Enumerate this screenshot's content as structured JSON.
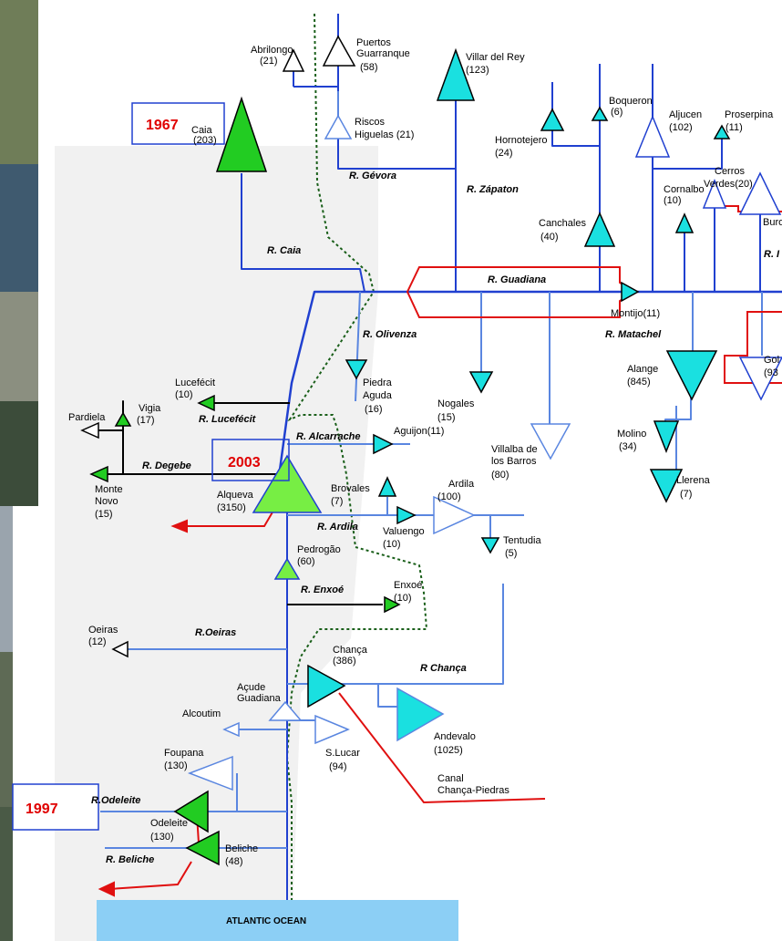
{
  "colors": {
    "river": "#2040d0",
    "tributary": "#5a86e0",
    "canal": "#e01010",
    "border": "#1a5f1a",
    "dam_green": "#22cc22",
    "dam_cyan": "#1ae0e0",
    "dam_lime": "#77ee44",
    "year": "#e00000",
    "ocean": "#8ccff5",
    "shade": "#f0f0f0"
  },
  "years": [
    "1967",
    "2003",
    "1997"
  ],
  "ocean_label": "ATLANTIC OCEAN",
  "rivers": {
    "gevora": "R. Gévora",
    "zapaton": "R. Zápaton",
    "caia": "R. Caia",
    "guadiana": "R. Guadiana",
    "olivenza": "R. Olivenza",
    "matachel": "R. Matachel",
    "lucefecit": "R. Lucefécit",
    "degebe": "R. Degebe",
    "alcarrache": "R. Alcarrache",
    "ardila": "R. Ardila",
    "enxoe": "R. Enxoé",
    "oeiras": "R.Oeiras",
    "chanca": "R Chança",
    "odeleite": "R.Odeleite",
    "beliche": "R. Beliche",
    "edge": "R. I"
  },
  "dams": {
    "abrilongo": [
      "Abrilongo",
      "(21)"
    ],
    "puertos": [
      "Puertos",
      "Guarranque",
      "(58)"
    ],
    "riscos": [
      "Riscos",
      "Higuelas (21)"
    ],
    "villar": [
      "Villar del Rey",
      "(123)"
    ],
    "boqueron": [
      "Boqueron",
      "(6)"
    ],
    "hornotejero": [
      "Hornotejero",
      "(24)"
    ],
    "aljucen": [
      "Aljucen",
      "(102)"
    ],
    "proserpina": [
      "Proserpina",
      "(11)"
    ],
    "caia": [
      "Caia",
      "(203)"
    ],
    "cornalbo": [
      "Cornalbo",
      "(10)"
    ],
    "cerros": [
      "Cerros",
      "Verdes(20)"
    ],
    "buro": [
      "Buro"
    ],
    "canchales": [
      "Canchales",
      "(40)"
    ],
    "montijo": [
      "Montijo(11)"
    ],
    "golo": [
      "Gol",
      "(93"
    ],
    "alange": [
      "Alange",
      "(845)"
    ],
    "piedra": [
      "Piedra",
      "Aguda",
      "(16)"
    ],
    "nogales": [
      "Nogales",
      "(15)",
      "(11)"
    ],
    "lucefecit": [
      "Lucefécit",
      "(10)"
    ],
    "vigia": [
      "Vigia",
      "(17)"
    ],
    "pardiela": [
      "Pardiela"
    ],
    "aguijon": [
      "Aguijon"
    ],
    "villalba": [
      "Villalba de",
      "los Barros",
      "(80)"
    ],
    "molino": [
      "Molino",
      "(34)"
    ],
    "llerena": [
      "Llerena",
      "(7)"
    ],
    "ardila": [
      "Ardila",
      "(100)"
    ],
    "brovales": [
      "Brovales",
      "(7)"
    ],
    "montenovo": [
      "Monte",
      "Novo",
      "(15)"
    ],
    "alqueva": [
      "Alqueva",
      "(3150)"
    ],
    "valuengo": [
      "Valuengo",
      "(10)"
    ],
    "tentudia": [
      "Tentudia",
      "(5)"
    ],
    "pedrogao": [
      "Pedrogão",
      "(60)"
    ],
    "enxoe": [
      "Enxoé",
      "(10)"
    ],
    "oeiras": [
      "Oeiras",
      "(12)"
    ],
    "chanca": [
      "Chança",
      "(386)"
    ],
    "acude": [
      "Açude",
      "Guadiana"
    ],
    "alcoutim": [
      "Alcoutim"
    ],
    "slucar": [
      "S.Lucar",
      "(94)"
    ],
    "andevalo": [
      "Andevalo",
      "(1025)"
    ],
    "foupana": [
      "Foupana",
      "(130)"
    ],
    "canal": [
      "Canal",
      "Chança-Piedras"
    ],
    "odeleite": [
      "Odeleite",
      "(130)"
    ],
    "beliche": [
      "Beliche",
      "(48)"
    ]
  }
}
